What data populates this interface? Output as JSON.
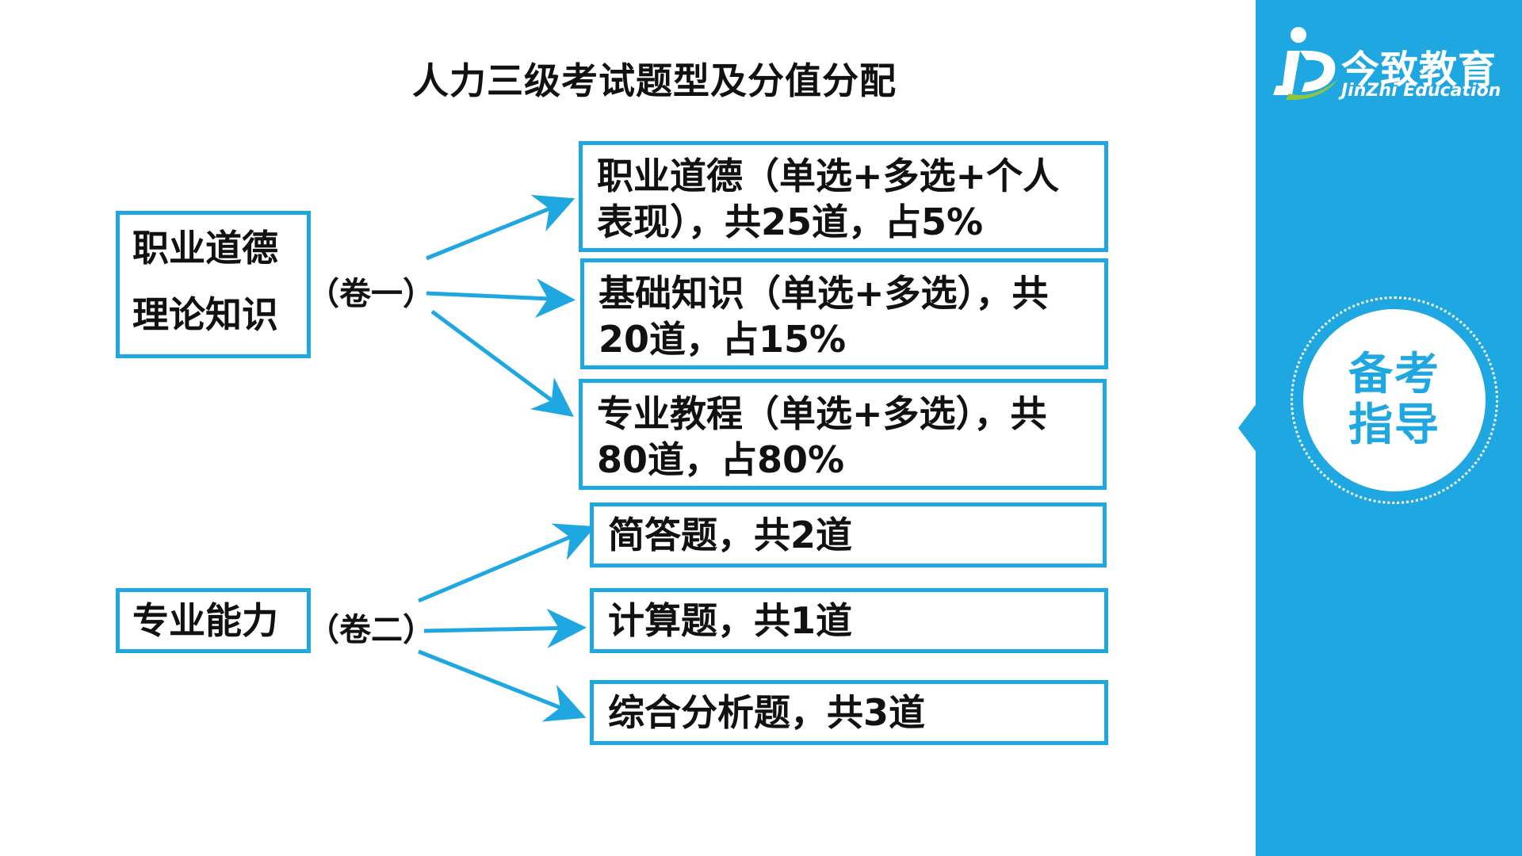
{
  "title": "人力三级考试题型及分值分配",
  "theory": {
    "label_lines": [
      "职业道德",
      "理论知识"
    ],
    "paper_label": "（卷一）",
    "items": [
      "职业道德（单选+多选+个人表现），共25道，占5%",
      "基础知识（单选+多选），共20道，占15%",
      "专业教程（单选+多选），共80道，占80%"
    ]
  },
  "skills": {
    "label": "专业能力",
    "paper_label": "（卷二）",
    "items": [
      "简答题，共2道",
      "计算题，共1道",
      "综合分析题，共3道"
    ]
  },
  "logo": {
    "name_cn": "今致教育",
    "name_en": "JinZhi Education"
  },
  "guide": {
    "lines": [
      "备考",
      "指导"
    ]
  },
  "colors": {
    "accent": "#1ea7e1",
    "text": "#111111",
    "logo_green": "#8dc63f"
  }
}
